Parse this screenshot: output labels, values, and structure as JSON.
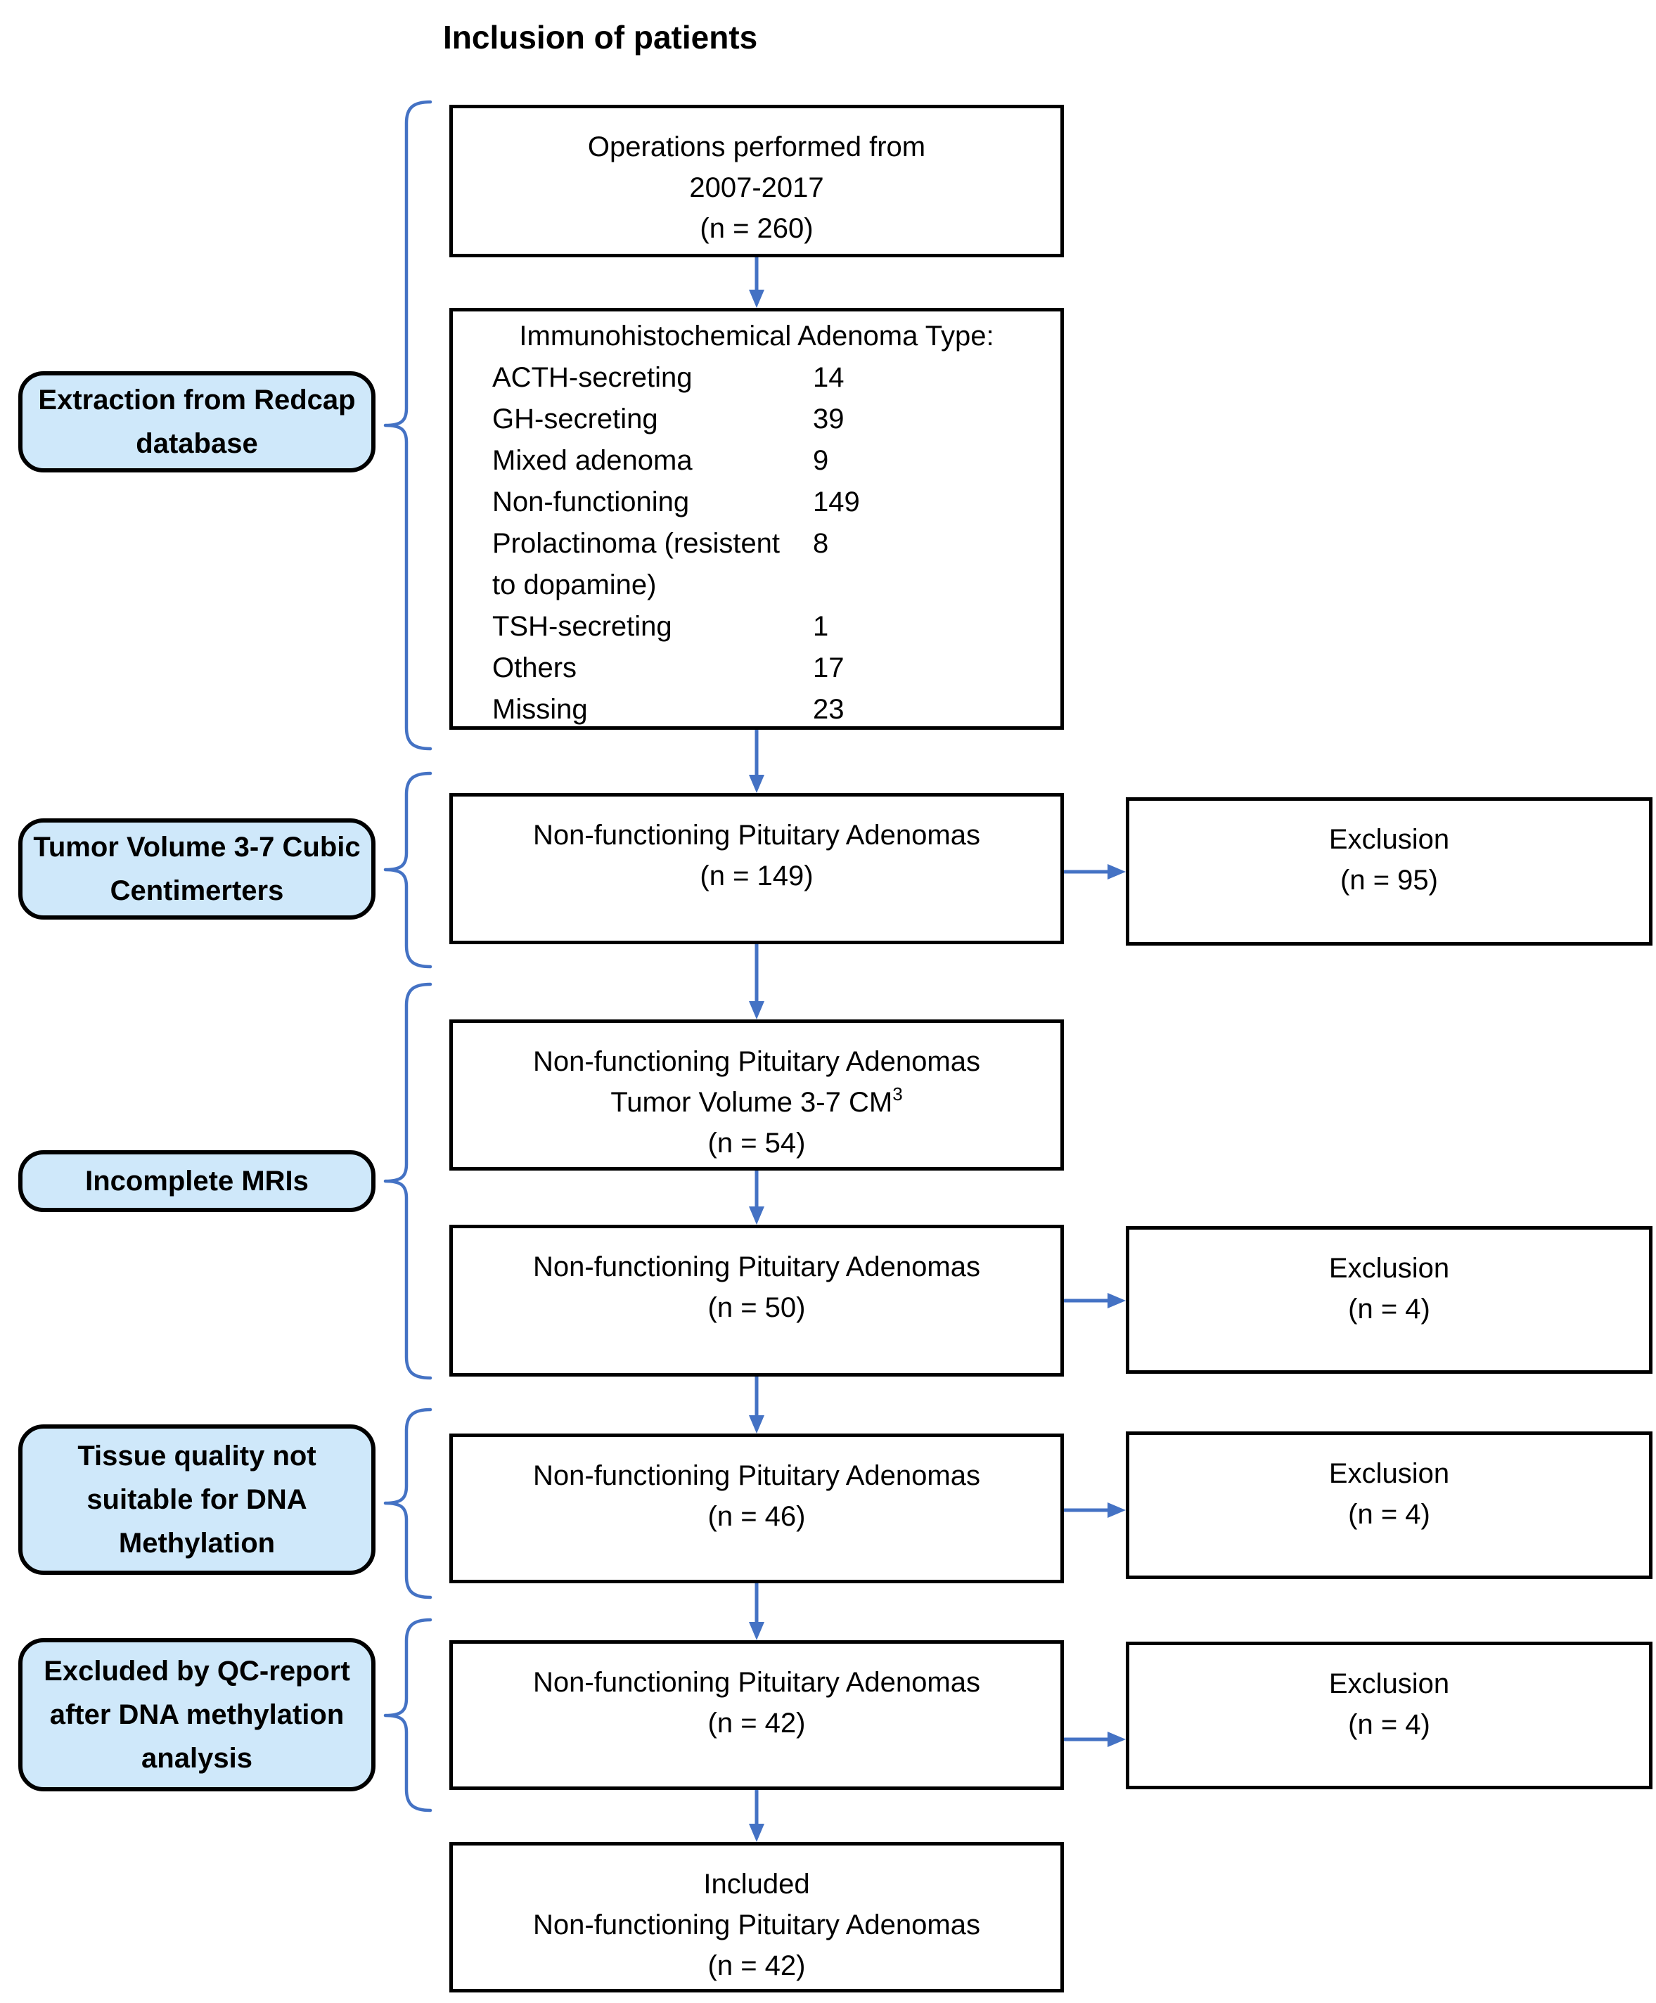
{
  "title": "Inclusion of patients",
  "colors": {
    "accent": "#4472C4",
    "label_fill": "#CFE8FA",
    "box_border": "#000000",
    "text": "#000000"
  },
  "labels": [
    {
      "id": "extraction-redcap",
      "lines": [
        "Extraction from Redcap",
        "database"
      ]
    },
    {
      "id": "tumor-volume",
      "lines": [
        "Tumor Volume 3-7 Cubic",
        "Centimerters"
      ]
    },
    {
      "id": "incomplete-mris",
      "lines": [
        "Incomplete MRIs"
      ]
    },
    {
      "id": "tissue-quality",
      "lines": [
        "Tissue quality not",
        "suitable for DNA",
        "Methylation"
      ]
    },
    {
      "id": "qc-report",
      "lines": [
        "Excluded by QC-report",
        "after DNA methylation",
        "analysis"
      ]
    }
  ],
  "flow": {
    "box1": {
      "lines": [
        "Operations performed from",
        "2007-2017",
        "(n = 260)"
      ]
    },
    "box2": {
      "header": "Immunohistochemical Adenoma Type:",
      "rows": [
        {
          "label": "ACTH-secreting",
          "value": "14"
        },
        {
          "label": "GH-secreting",
          "value": "39"
        },
        {
          "label": "Mixed adenoma",
          "value": "9"
        },
        {
          "label": "Non-functioning",
          "value": "149"
        },
        {
          "label": "Prolactinoma (resistent",
          "value": "8"
        },
        {
          "label": "to dopamine)",
          "value": ""
        },
        {
          "label": "TSH-secreting",
          "value": "1"
        },
        {
          "label": "Others",
          "value": "17"
        },
        {
          "label": "Missing",
          "value": "23"
        }
      ]
    },
    "box3": {
      "lines": [
        "Non-functioning Pituitary Adenomas",
        "(n = 149)"
      ]
    },
    "box4": {
      "line1": "Non-functioning Pituitary Adenomas",
      "line2_base": "Tumor Volume 3-7 CM",
      "line2_sup": "3",
      "line3": "(n = 54)"
    },
    "box5": {
      "lines": [
        "Non-functioning Pituitary Adenomas",
        "(n = 50)"
      ]
    },
    "box6": {
      "lines": [
        "Non-functioning Pituitary Adenomas",
        "(n = 46)"
      ]
    },
    "box7": {
      "lines": [
        "Non-functioning Pituitary Adenomas",
        "(n = 42)"
      ]
    },
    "box8": {
      "lines": [
        "Included",
        "Non-functioning Pituitary Adenomas",
        "(n = 42)"
      ]
    }
  },
  "exclusions": [
    {
      "lines": [
        "Exclusion",
        "(n = 95)"
      ]
    },
    {
      "lines": [
        "Exclusion",
        "(n = 4)"
      ]
    },
    {
      "lines": [
        "Exclusion",
        "(n = 4)"
      ]
    },
    {
      "lines": [
        "Exclusion",
        "(n = 4)"
      ]
    }
  ]
}
